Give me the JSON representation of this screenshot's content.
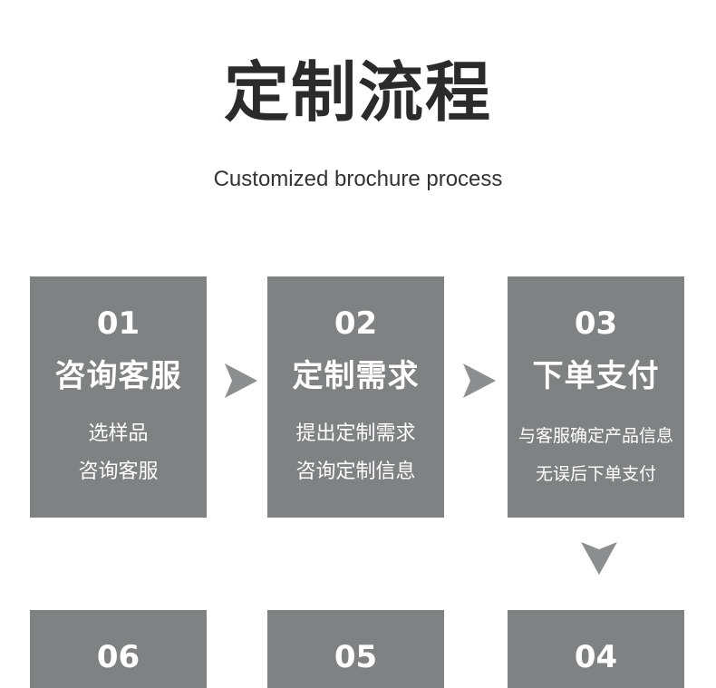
{
  "header": {
    "title": "定制流程",
    "subtitle": "Customized brochure process"
  },
  "steps": [
    {
      "number": "01",
      "name": "咨询客服",
      "lines": [
        "选样品",
        "咨询客服"
      ]
    },
    {
      "number": "02",
      "name": "定制需求",
      "lines": [
        "提出定制需求",
        "咨询定制信息"
      ]
    },
    {
      "number": "03",
      "name": "下单支付",
      "lines": [
        "与客服确定产品信息",
        "无误后下单支付"
      ]
    },
    {
      "number": "04"
    },
    {
      "number": "05"
    },
    {
      "number": "06"
    }
  ],
  "colors": {
    "box": "#7f8182",
    "arrow": "#8c8e8f",
    "title": "#2b2b2b"
  },
  "icons": [
    "arrow-right-icon",
    "arrow-right-icon",
    "arrow-down-icon"
  ]
}
